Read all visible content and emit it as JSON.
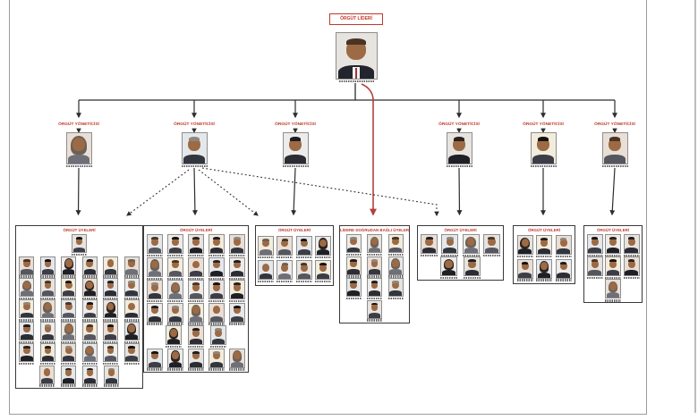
{
  "chart": {
    "type": "organization-hierarchy",
    "leader": {
      "label": "ÖRGÜT LİDERİ"
    },
    "manager_label": "ÖRGÜT YÖNETİCİSİ",
    "manager_count": 6,
    "member_boxes": [
      {
        "id": "box-1",
        "label": "ÖRGÜT ÜYELERİ",
        "member_count": 35,
        "rows": [
          1,
          6,
          6,
          6,
          6,
          6,
          4
        ]
      },
      {
        "id": "box-2",
        "label": "ÖRGÜT ÜYELERİ",
        "member_count": 28,
        "rows": [
          5,
          5,
          5,
          5,
          3,
          5
        ]
      },
      {
        "id": "box-3",
        "label": "ÖRGÜT ÜYELERİ",
        "member_count": 8,
        "rows": [
          4,
          4
        ]
      },
      {
        "id": "box-4",
        "label": "LİDERE DOĞRUDAN BAĞLI ÜYELER",
        "member_count": 10,
        "rows": [
          3,
          3,
          3,
          1
        ]
      },
      {
        "id": "box-5",
        "label": "ÖRGÜT ÜYELERİ",
        "member_count": 6,
        "rows": [
          4,
          2
        ]
      },
      {
        "id": "box-6",
        "label": "ÖRGÜT ÜYELERİ",
        "member_count": 6,
        "rows": [
          3,
          3
        ]
      },
      {
        "id": "box-7",
        "label": "ÖRGÜT ÜYELERİ",
        "member_count": 7,
        "rows": [
          3,
          3,
          1
        ]
      }
    ],
    "connections": [
      {
        "from": "leader",
        "to": "managers-bus",
        "style": "solid-black"
      },
      {
        "from": "leader",
        "to": "box-4",
        "style": "solid-red"
      },
      {
        "from": "manager-1",
        "to": "box-1",
        "style": "solid-black"
      },
      {
        "from": "manager-2",
        "to": "box-2",
        "style": "solid-black"
      },
      {
        "from": "manager-2",
        "to": "box-1",
        "style": "dotted-black"
      },
      {
        "from": "manager-2",
        "to": "box-3",
        "style": "dotted-black"
      },
      {
        "from": "manager-2",
        "to": "box-5",
        "style": "dotted-black"
      },
      {
        "from": "manager-3",
        "to": "box-3",
        "style": "solid-black"
      },
      {
        "from": "manager-4",
        "to": "box-5",
        "style": "solid-black"
      },
      {
        "from": "manager-5",
        "to": "box-6",
        "style": "solid-black"
      },
      {
        "from": "manager-6",
        "to": "box-7",
        "style": "solid-black"
      }
    ],
    "colors": {
      "accent_red": "#c0392b",
      "line_red": "#b2423c",
      "line_black": "#2d2d2d",
      "box_border": "#3a3a3a",
      "frame_gray": "#9c9c9c"
    },
    "member_names_legible": false
  }
}
